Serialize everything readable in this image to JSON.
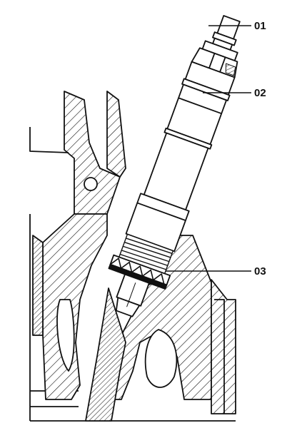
{
  "callouts": [
    {
      "id": "01",
      "label": "01"
    },
    {
      "id": "02",
      "label": "02"
    },
    {
      "id": "03",
      "label": "03"
    }
  ],
  "colors": {
    "ink": "#111111",
    "paper": "#ffffff"
  }
}
